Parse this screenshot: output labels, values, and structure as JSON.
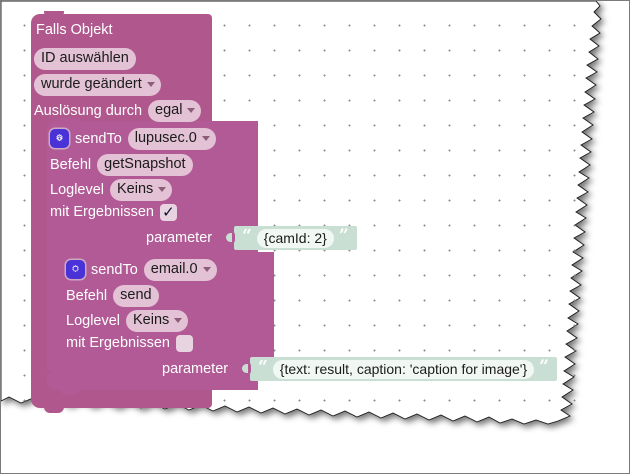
{
  "app": {
    "title": "Blockly script editor",
    "background_color": "#ffffff",
    "grid_dot_color": "#8a8a8a"
  },
  "colors": {
    "trigger_block": "#b0588d",
    "action_block": "#b15a96",
    "field_pill": "#e2c2d4",
    "string_block": "#cadfd3",
    "string_value_pill": "#f1f7f3",
    "gear_button": "#4a33d6",
    "label_text": "#ffffff",
    "value_text": "#1b1b1b"
  },
  "trigger_block": {
    "title": "Falls Objekt",
    "id_field": "ID auswählen",
    "change_dropdown": "wurde geändert",
    "source_label": "Auslösung durch",
    "source_dropdown": "egal"
  },
  "action_blocks": [
    {
      "gear_icon": "gear-icon",
      "sendto_label": "sendTo",
      "sendto_value": "lupusec.0",
      "command_label": "Befehl",
      "command_value": "getSnapshot",
      "loglevel_label": "Loglevel",
      "loglevel_value": "Keins",
      "results_label": "mit Ergebnissen",
      "results_checked": true,
      "results_mark": "✓",
      "parameter_label": "parameter",
      "parameter_open_quote": "“",
      "parameter_close_quote": "”",
      "parameter_value": "{camId: 2}"
    },
    {
      "gear_icon": "gear-icon",
      "sendto_label": "sendTo",
      "sendto_value": "email.0",
      "command_label": "Befehl",
      "command_value": "send",
      "loglevel_label": "Loglevel",
      "loglevel_value": "Keins",
      "results_label": "mit Ergebnissen",
      "results_checked": false,
      "results_mark": "",
      "parameter_label": "parameter",
      "parameter_open_quote": "“",
      "parameter_close_quote": "”",
      "parameter_value": "{text: result, caption: 'caption for image'}"
    }
  ]
}
